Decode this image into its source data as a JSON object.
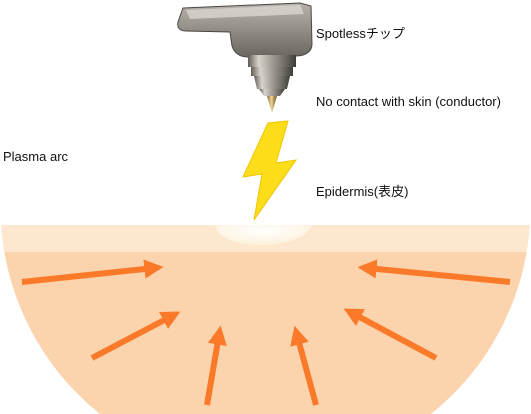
{
  "labels": {
    "tip": "Spotlessチップ",
    "no_contact": "No contact with skin (conductor)",
    "plasma": "Plasma arc",
    "epidermis": "Epidermis(表皮)"
  },
  "colors": {
    "skin_upper": "#fde7cf",
    "skin_lower": "#fbd3ad",
    "crater": "#fff4e0",
    "arrow": "#fb7a2a",
    "bolt": "#fbdd1a",
    "metal": "#9a9690"
  },
  "icons": {
    "device": "plasma-device-tip",
    "bolt": "lightning-bolt-icon",
    "arrow": "orange-arrow-icon"
  }
}
